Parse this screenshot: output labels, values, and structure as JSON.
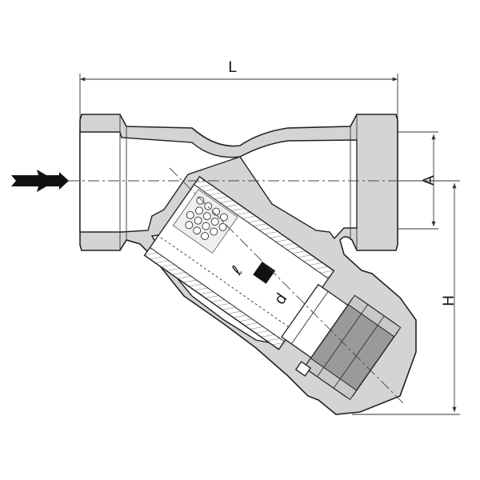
{
  "labels": {
    "length": "L",
    "diameter": "A",
    "height": "H",
    "screen_length": "ℓ",
    "screen_diameter": "d"
  },
  "colors": {
    "body": "#d4d4d4",
    "shade": "#9a9a9a",
    "line": "#222222"
  },
  "icons": {
    "flow_arrow": "flow-direction-arrow-icon"
  }
}
